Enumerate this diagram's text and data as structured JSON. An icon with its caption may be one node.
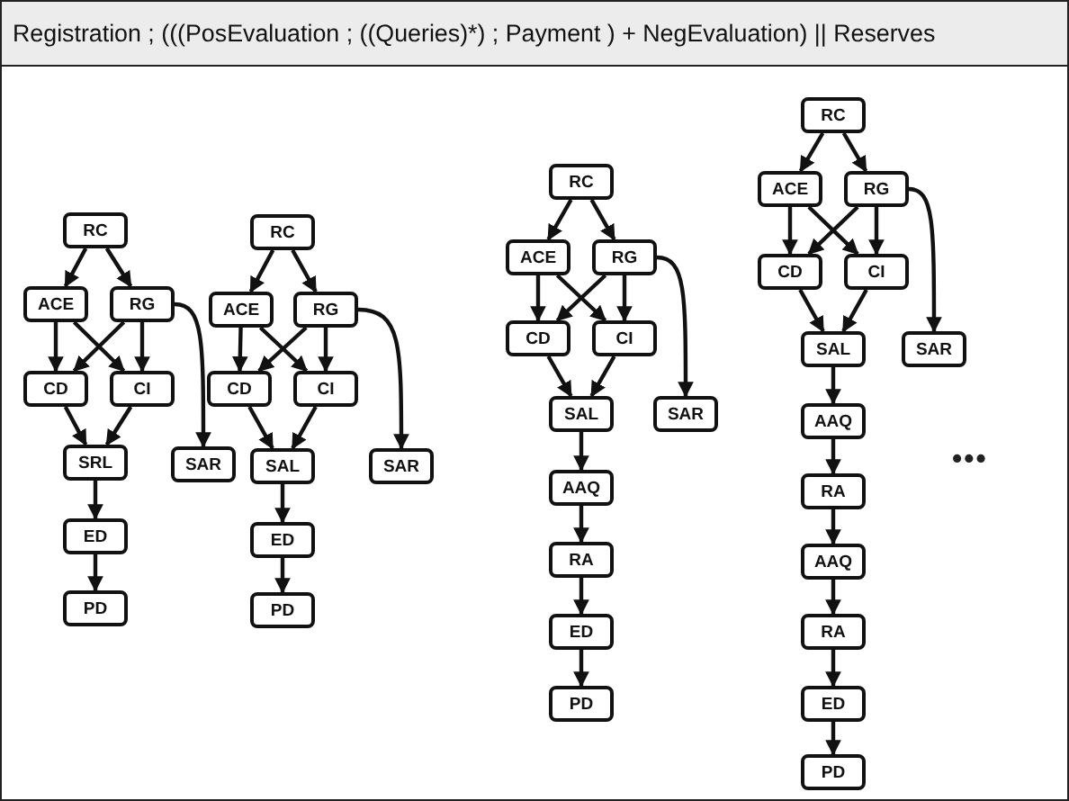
{
  "diagram": {
    "title": "Registration ; (((PosEvaluation ; ((Queries)*) ; Payment ) + NegEvaluation) || Reserves",
    "nodes": [
      {
        "text": [
          "RC"
        ]
      },
      {
        "text": [
          "ACE"
        ]
      },
      {
        "text": [
          "RG"
        ]
      },
      {
        "text": [
          "CD"
        ]
      },
      {
        "text": [
          "CI"
        ]
      },
      {
        "text": [
          "SRL"
        ]
      },
      {
        "text": [
          "SAR"
        ]
      },
      {
        "text": [
          "ED"
        ]
      },
      {
        "text": [
          "PD"
        ]
      },
      {
        "text": [
          "RC"
        ]
      },
      {
        "text": [
          "ACE"
        ]
      },
      {
        "text": [
          "RG"
        ]
      },
      {
        "text": [
          "CD"
        ]
      },
      {
        "text": [
          "CI"
        ]
      },
      {
        "text": [
          "SAL"
        ]
      },
      {
        "text": [
          "SAR"
        ]
      },
      {
        "text": [
          "ED"
        ]
      },
      {
        "text": [
          "PD"
        ]
      },
      {
        "text": [
          "RC"
        ]
      },
      {
        "text": [
          "ACE"
        ]
      },
      {
        "text": [
          "RG"
        ]
      },
      {
        "text": [
          "CD"
        ]
      },
      {
        "text": [
          "CI"
        ]
      },
      {
        "text": [
          "SAL"
        ]
      },
      {
        "text": [
          "SAR"
        ]
      },
      {
        "text": [
          "AAQ"
        ]
      },
      {
        "text": [
          "RA"
        ]
      },
      {
        "text": [
          "ED"
        ]
      },
      {
        "text": [
          "PD"
        ]
      },
      {
        "text": [
          "RC"
        ]
      },
      {
        "text": [
          "ACE"
        ]
      },
      {
        "text": [
          "RG"
        ]
      },
      {
        "text": [
          "CD"
        ]
      },
      {
        "text": [
          "CI"
        ]
      },
      {
        "text": [
          "SAL"
        ]
      },
      {
        "text": [
          "SAR"
        ]
      },
      {
        "text": [
          "AAQ"
        ]
      },
      {
        "text": [
          "RA"
        ]
      },
      {
        "text": [
          "AAQ"
        ]
      },
      {
        "text": [
          "RA"
        ]
      },
      {
        "text": [
          "ED"
        ]
      },
      {
        "text": [
          "PD"
        ]
      }
    ],
    "edges": [
      {
        "from": 0,
        "to": 1,
        "arrow": "to"
      },
      {
        "from": 0,
        "to": 2,
        "arrow": "to"
      },
      {
        "from": 1,
        "to": 3,
        "arrow": "to"
      },
      {
        "from": 1,
        "to": 4,
        "arrow": "to"
      },
      {
        "from": 2,
        "to": 3,
        "arrow": "to"
      },
      {
        "from": 2,
        "to": 4,
        "arrow": "to"
      },
      {
        "from": 3,
        "to": 5,
        "arrow": "to"
      },
      {
        "from": 4,
        "to": 5,
        "arrow": "to"
      },
      {
        "from": 2,
        "to": 6,
        "arrow": "to"
      },
      {
        "from": 5,
        "to": 7,
        "arrow": "to"
      },
      {
        "from": 7,
        "to": 8,
        "arrow": "to"
      },
      {
        "from": 9,
        "to": 10,
        "arrow": "to"
      },
      {
        "from": 9,
        "to": 11,
        "arrow": "to"
      },
      {
        "from": 10,
        "to": 12,
        "arrow": "to"
      },
      {
        "from": 10,
        "to": 13,
        "arrow": "to"
      },
      {
        "from": 11,
        "to": 12,
        "arrow": "to"
      },
      {
        "from": 11,
        "to": 13,
        "arrow": "to"
      },
      {
        "from": 12,
        "to": 14,
        "arrow": "to"
      },
      {
        "from": 13,
        "to": 14,
        "arrow": "to"
      },
      {
        "from": 11,
        "to": 15,
        "arrow": "to"
      },
      {
        "from": 14,
        "to": 16,
        "arrow": "to"
      },
      {
        "from": 16,
        "to": 17,
        "arrow": "to"
      },
      {
        "from": 18,
        "to": 19,
        "arrow": "to"
      },
      {
        "from": 18,
        "to": 20,
        "arrow": "to"
      },
      {
        "from": 19,
        "to": 21,
        "arrow": "to"
      },
      {
        "from": 19,
        "to": 22,
        "arrow": "to"
      },
      {
        "from": 20,
        "to": 21,
        "arrow": "to"
      },
      {
        "from": 20,
        "to": 22,
        "arrow": "to"
      },
      {
        "from": 21,
        "to": 23,
        "arrow": "to"
      },
      {
        "from": 22,
        "to": 23,
        "arrow": "to"
      },
      {
        "from": 20,
        "to": 24,
        "arrow": "to"
      },
      {
        "from": 23,
        "to": 25,
        "arrow": "to"
      },
      {
        "from": 25,
        "to": 26,
        "arrow": "to"
      },
      {
        "from": 26,
        "to": 27,
        "arrow": "to"
      },
      {
        "from": 27,
        "to": 28,
        "arrow": "to"
      },
      {
        "from": 29,
        "to": 30,
        "arrow": "to"
      },
      {
        "from": 29,
        "to": 31,
        "arrow": "to"
      },
      {
        "from": 30,
        "to": 32,
        "arrow": "to"
      },
      {
        "from": 30,
        "to": 33,
        "arrow": "to"
      },
      {
        "from": 31,
        "to": 32,
        "arrow": "to"
      },
      {
        "from": 31,
        "to": 33,
        "arrow": "to"
      },
      {
        "from": 32,
        "to": 34,
        "arrow": "to"
      },
      {
        "from": 33,
        "to": 34,
        "arrow": "to"
      },
      {
        "from": 31,
        "to": 35,
        "arrow": "to"
      },
      {
        "from": 34,
        "to": 36,
        "arrow": "to"
      },
      {
        "from": 36,
        "to": 37,
        "arrow": "to"
      },
      {
        "from": 37,
        "to": 38,
        "arrow": "to"
      },
      {
        "from": 38,
        "to": 39,
        "arrow": "to"
      },
      {
        "from": 39,
        "to": 40,
        "arrow": "to"
      },
      {
        "from": 40,
        "to": 41,
        "arrow": "to"
      }
    ],
    "labels": [
      "•••"
    ]
  }
}
